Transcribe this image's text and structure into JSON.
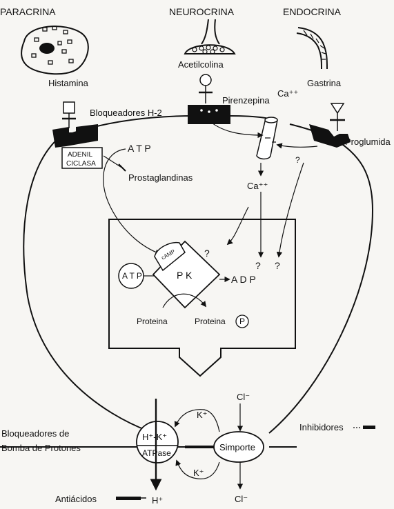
{
  "headings": {
    "paracrina": "PARACRINA",
    "neurocrina": "NEUROCRINA",
    "endocrina": "ENDOCRINA"
  },
  "agents": {
    "histamina": "Histamina",
    "acetilcolina": "Acetilcolina",
    "gastrina": "Gastrina"
  },
  "blockers": {
    "h2": "Bloqueadores H-2",
    "pirenzepina": "Pirenzepina",
    "proglumida": "Proglumida"
  },
  "adenil": {
    "line1": "ADENIL",
    "line2": "CICLASA"
  },
  "upper": {
    "atp": "A T P",
    "prostaglandinas": "Prostaglandinas",
    "ca_top": "Ca⁺⁺",
    "ca_mid": "Ca⁺⁺",
    "q_channel": "?"
  },
  "inner": {
    "camp": "cAMP",
    "pk": "P K",
    "atp": "A T P",
    "adp": "A D P",
    "q1": "?",
    "q2": "?",
    "q3": "?",
    "proteina1": "Proteina",
    "proteina2": "Proteina",
    "p": "P"
  },
  "lower": {
    "hk": "H⁺-K⁺",
    "atpase": "ATPase",
    "simporte": "Simporte",
    "k_top": "K⁺",
    "k_bottom": "K⁺",
    "cl_top": "Cl⁻",
    "cl_bottom": "Cl⁻",
    "h": "H⁺",
    "bloq_line1": "Bloqueadores de",
    "bloq_line2": "Bomba de Protones",
    "antiacidos": "Antiácidos",
    "inhibidores": "Inhibidores"
  }
}
